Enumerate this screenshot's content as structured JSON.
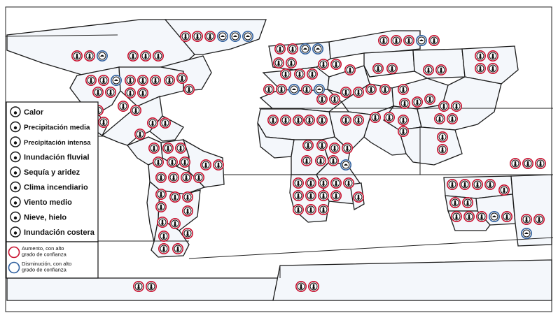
{
  "colors": {
    "increase": "#c8102e",
    "decrease": "#2f5f9e",
    "land": "#f4f7fb",
    "outline": "#1a1a1a"
  },
  "legend": {
    "hazards": [
      {
        "label": "Calor",
        "icon": "thermometer-icon"
      },
      {
        "label": "Precipitación media",
        "icon": "cloud-drop-icon"
      },
      {
        "label": "Precipitación intensa",
        "icon": "heavy-rain-icon"
      },
      {
        "label": "Inundación fluvial",
        "icon": "river-flood-icon"
      },
      {
        "label": "Sequía y aridez",
        "icon": "drought-icon"
      },
      {
        "label": "Clima incendiario",
        "icon": "flame-icon"
      },
      {
        "label": "Viento medio",
        "icon": "wind-icon"
      },
      {
        "label": "Nieve, hielo",
        "icon": "snow-icon"
      },
      {
        "label": "Inundación costera",
        "icon": "coastal-flood-icon"
      }
    ],
    "confidence": [
      {
        "label_lines": [
          "Aumento, con alto",
          "grado de confianza"
        ],
        "color": "#c8102e"
      },
      {
        "label_lines": [
          "Disminución, con alto",
          "grado de confianza"
        ],
        "color": "#2f5f9e"
      }
    ]
  }
}
